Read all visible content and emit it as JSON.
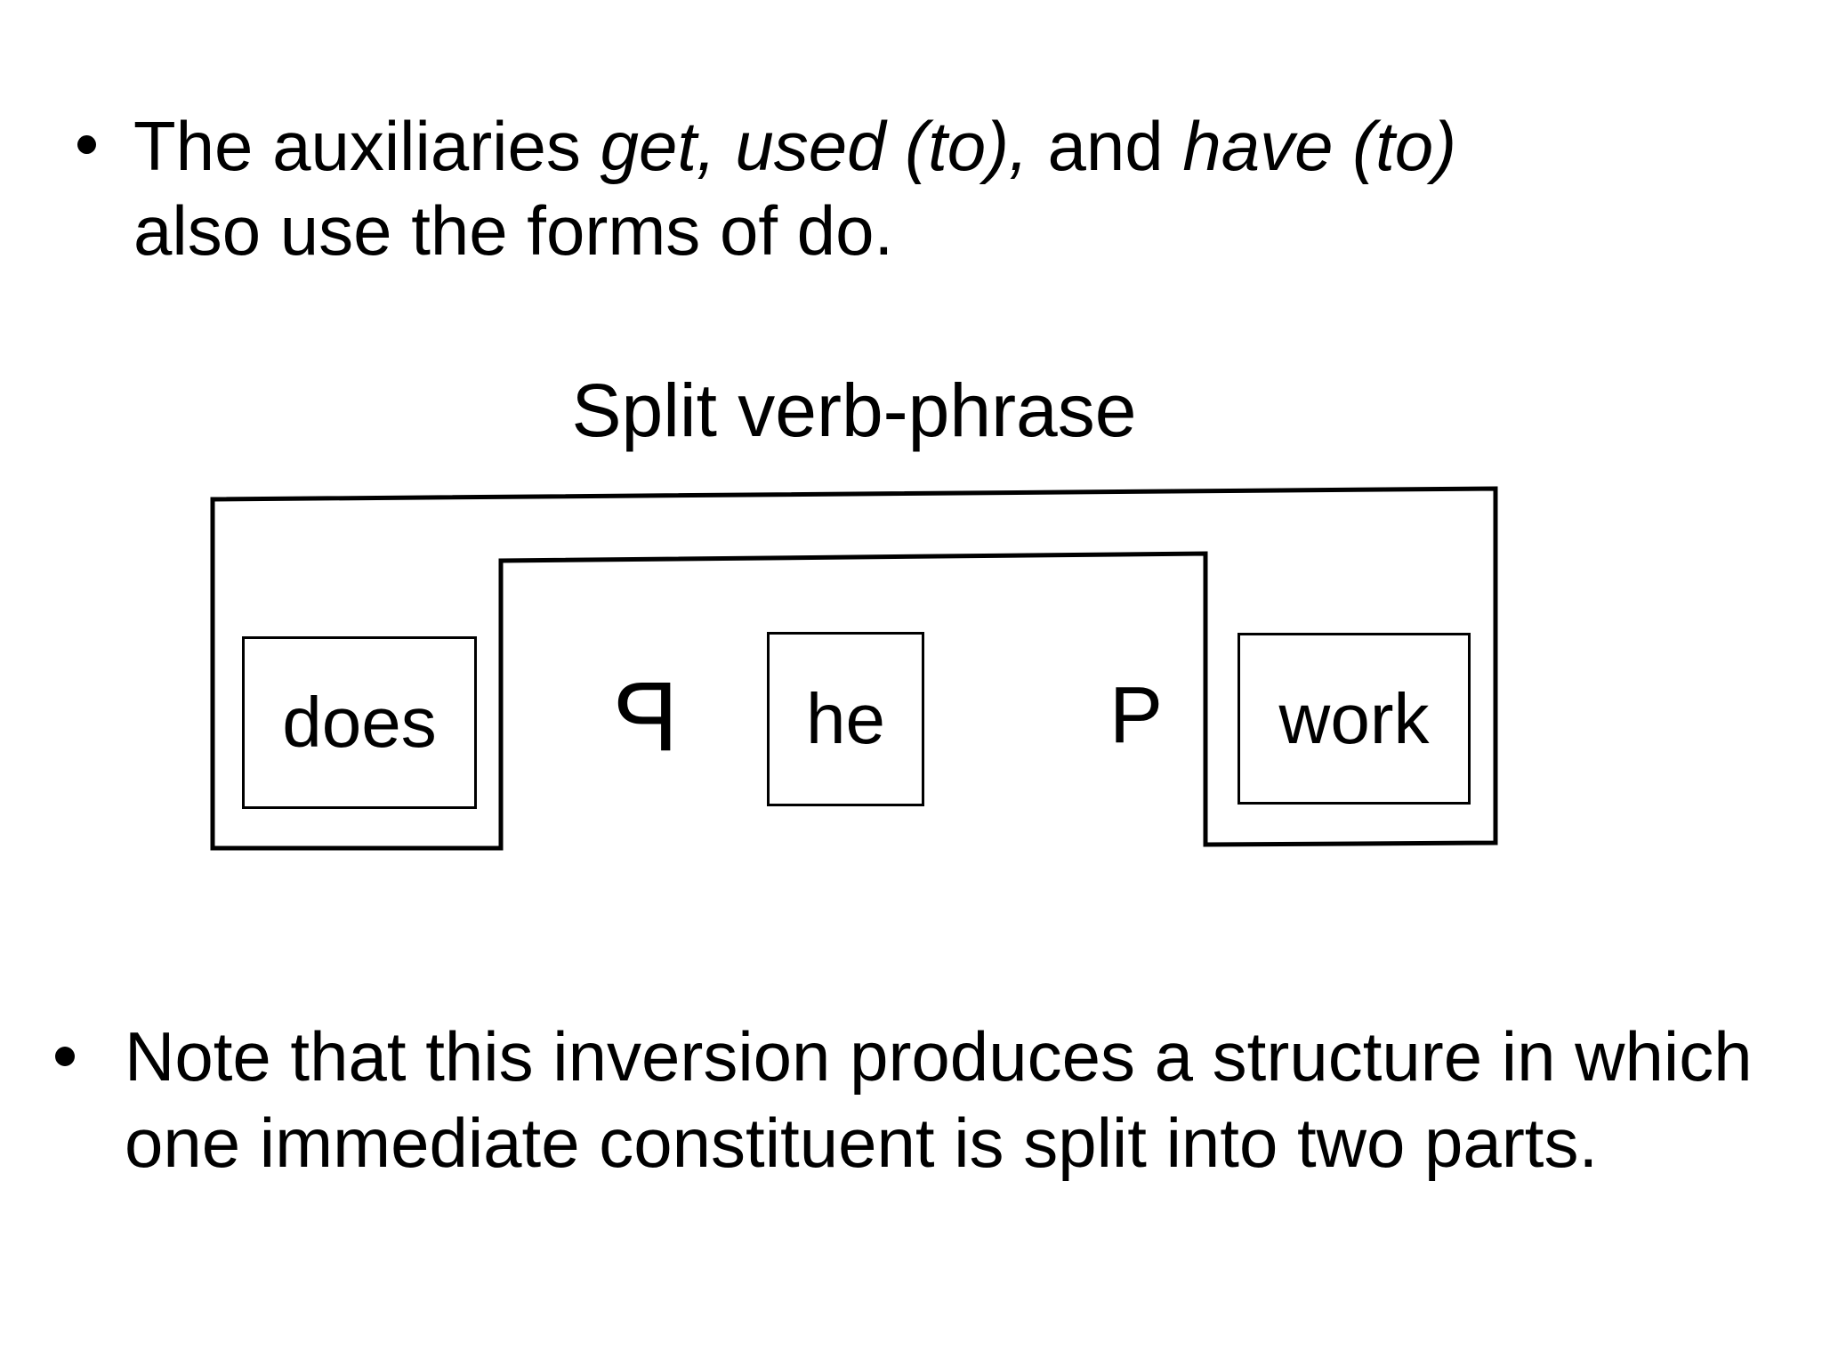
{
  "slide": {
    "background": "#ffffff",
    "text_color": "#000000"
  },
  "bullet1": {
    "segments": [
      {
        "text": "The auxiliaries ",
        "italic": false
      },
      {
        "text": "get, used (to),",
        "italic": true
      },
      {
        "text": " and ",
        "italic": false
      },
      {
        "text": "have (to)",
        "italic": true
      }
    ],
    "line2": "also use the forms of do."
  },
  "diagram": {
    "title": "Split verb-phrase",
    "line_color": "#000000",
    "boxes": [
      {
        "label": "does"
      },
      {
        "label": "he"
      },
      {
        "label": "work"
      }
    ],
    "symbols": [
      {
        "char": "P",
        "mirrored": true,
        "meaning": "reversed-P marker (first part of split predicate)"
      },
      {
        "char": "P",
        "mirrored": false,
        "meaning": "P marker (second part of split predicate)"
      }
    ]
  },
  "bullet2": {
    "line1": "Note that this inversion produces a structure in which",
    "line2": "one immediate constituent is split into two parts."
  }
}
